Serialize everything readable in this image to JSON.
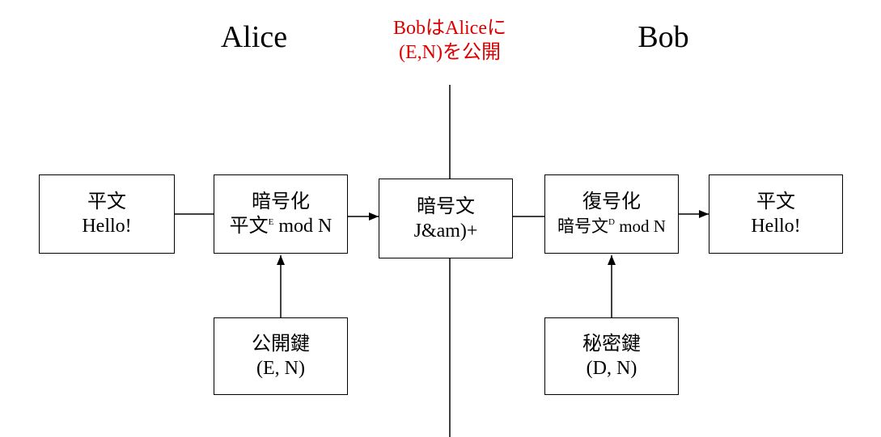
{
  "alice_label": "Alice",
  "bob_label": "Bob",
  "public_note": {
    "line1": "BobはAliceに",
    "line2": "(E,N)を公開",
    "color": "#dd0000"
  },
  "alice_plaintext": {
    "line1": "平文",
    "line2": "Hello!"
  },
  "encrypt": {
    "line1": "暗号化",
    "formula_base": "平文",
    "formula_exp": "E",
    "formula_rest": " mod N"
  },
  "ciphertext": {
    "line1": "暗号文",
    "line2": "J&am)+"
  },
  "decrypt": {
    "line1": "復号化",
    "formula_base": "暗号文",
    "formula_exp": "D",
    "formula_rest": " mod N"
  },
  "bob_plaintext": {
    "line1": "平文",
    "line2": "Hello!"
  },
  "public_key": {
    "line1": "公開鍵",
    "line2": "(E, N)"
  },
  "private_key": {
    "line1": "秘密鍵",
    "line2": "(D, N)"
  }
}
